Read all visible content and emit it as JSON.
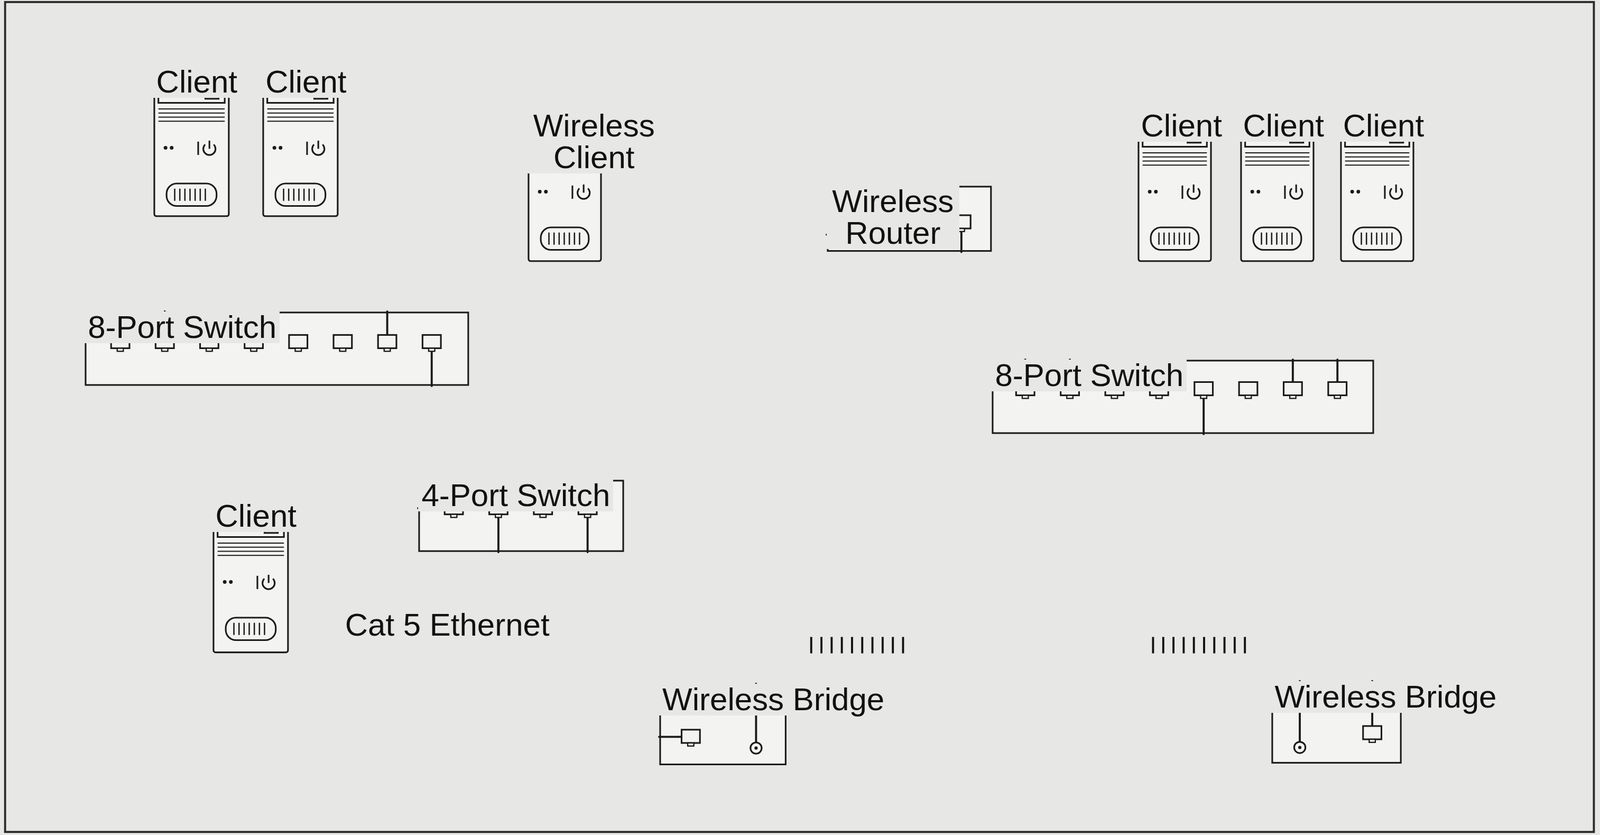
{
  "diagram": {
    "nodes": [
      {
        "text": [
          "Client"
        ]
      },
      {
        "text": [
          "Client"
        ]
      },
      {
        "text": [
          "Wireless Client"
        ]
      },
      {
        "text": [
          "Wireless Router"
        ]
      },
      {
        "text": [
          "Client"
        ]
      },
      {
        "text": [
          "Client"
        ]
      },
      {
        "text": [
          "Client"
        ]
      },
      {
        "text": [
          "8-Port Switch"
        ]
      },
      {
        "text": [
          "8-Port Switch"
        ]
      },
      {
        "text": [
          "Client"
        ]
      },
      {
        "text": [
          "4-Port Switch"
        ]
      },
      {
        "text": [
          "Wireless Bridge"
        ]
      },
      {
        "text": [
          "Wireless Bridge"
        ]
      }
    ],
    "edges": [
      {
        "from": 0,
        "to": 7,
        "arrow": "none"
      },
      {
        "from": 1,
        "to": 7,
        "arrow": "none"
      },
      {
        "from": 2,
        "to": 3,
        "arrow": "none"
      },
      {
        "from": 3,
        "to": 8,
        "arrow": "none"
      },
      {
        "from": 4,
        "to": 8,
        "arrow": "none"
      },
      {
        "from": 5,
        "to": 8,
        "arrow": "none"
      },
      {
        "from": 6,
        "to": 8,
        "arrow": "none"
      },
      {
        "from": 7,
        "to": 10,
        "arrow": "none"
      },
      {
        "from": 9,
        "to": 10,
        "arrow": "none"
      },
      {
        "from": 10,
        "to": 11,
        "arrow": "none"
      },
      {
        "from": 8,
        "to": 12,
        "arrow": "none"
      },
      {
        "from": 11,
        "to": 12,
        "arrow": "none"
      }
    ],
    "labels": [
      "Cat 5 Ethernet"
    ]
  }
}
